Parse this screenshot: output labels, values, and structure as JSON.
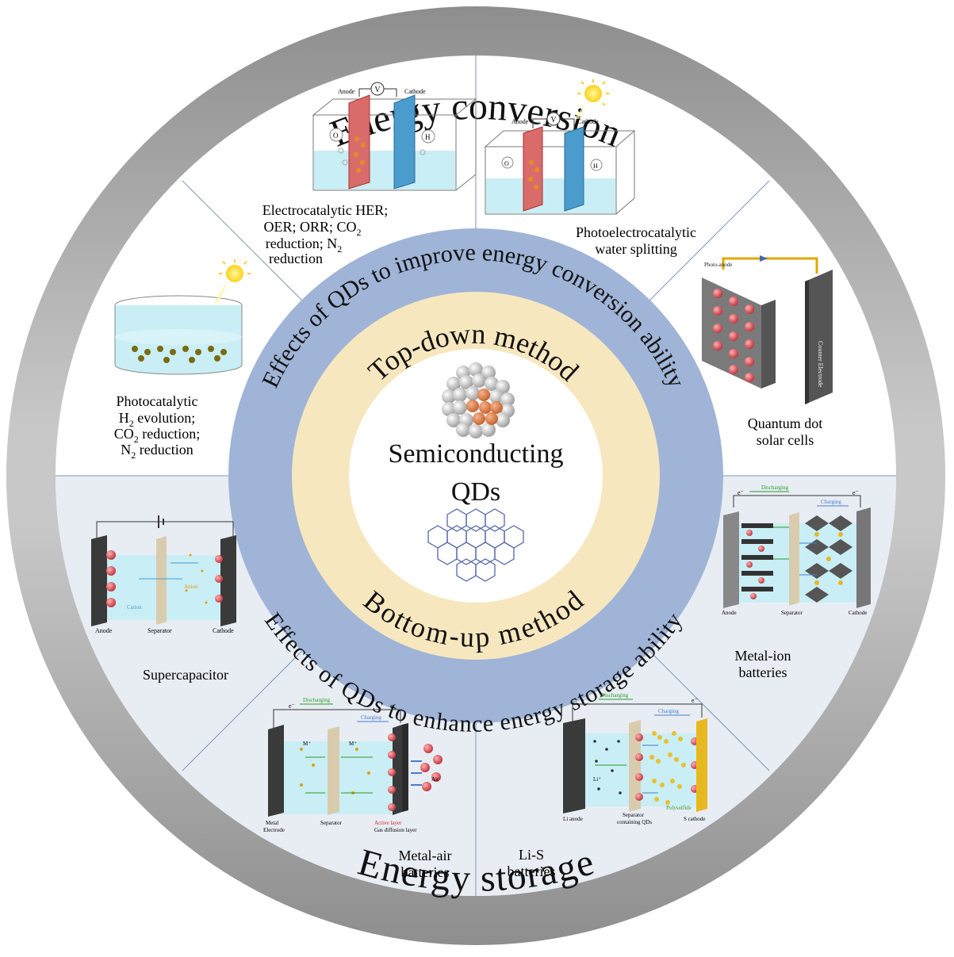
{
  "outer_ring": {
    "top_label": "Energy  conversion",
    "bottom_label": "Energy  storage"
  },
  "middle_ring": {
    "top_arc": "Effects of QDs to improve energy conversion ability",
    "bottom_arc": "Effects of QDs to enhance energy storage ability"
  },
  "inner_ring": {
    "top_arc": "Top-down  method",
    "bottom_arc": "Bottom-up  method"
  },
  "center": {
    "line1": "Semiconducting",
    "line2": "QDs"
  },
  "panels": {
    "electrocatalytic": {
      "line1": "Electrocatalytic HER;",
      "line2": "OER; ORR; CO",
      "line2_sub": "2",
      "line3": "reduction; N",
      "line3_sub": "2",
      "line4": "reduction",
      "anode": "Anode",
      "cathode": "Cathode",
      "volt": "V",
      "o2": "O",
      "h2": "H"
    },
    "photoelectrocatalytic": {
      "line1": "Photoelectrocatalytic",
      "line2": "water splitting",
      "anode": "Anode",
      "cathode": "Cathode",
      "volt": "V",
      "o2": "O",
      "h2": "H"
    },
    "photocatalytic": {
      "line1": "Photocatalytic",
      "line2a": "H",
      "line2_sub": "2",
      "line2b": " evolution;",
      "line3a": "CO",
      "line3_sub": "2",
      "line3b": " reduction;",
      "line4a": "N",
      "line4_sub": "2",
      "line4b": " reduction"
    },
    "qdsc": {
      "line1": "Quantum dot",
      "line2": "solar cells",
      "photoanode": "Photo-anode",
      "counter": "Counter Electrode"
    },
    "supercapacitor": {
      "title": "Supercapacitor",
      "anode": "Anode",
      "separator": "Separator",
      "cathode": "Cathode",
      "cation": "Cation",
      "anion": "Anion"
    },
    "metal_ion": {
      "line1": "Metal-ion",
      "line2": "batteries",
      "discharging": "Discharging",
      "charging": "Charging",
      "electron": "e⁻",
      "anode": "Anode",
      "separator": "Separator",
      "cathode": "Cathode"
    },
    "metal_air": {
      "line1": "Metal-air",
      "line2": "batteries",
      "discharging": "Discharging",
      "charging": "Charging",
      "electron": "e⁻",
      "ion": "M⁺",
      "air": "Air",
      "metal_electrode_1": "Metal",
      "metal_electrode_2": "Electrode",
      "separator": "Separator",
      "active_layer": "Active layer",
      "gas_layer": "Gas diffusion layer"
    },
    "lis": {
      "line1": "Li-S",
      "line2": "batteries",
      "discharging": "Discharging",
      "charging": "Charging",
      "electron": "e⁻",
      "ion": "Li⁺",
      "polysulfide": "Polysulfide",
      "li_anode": "Li anode",
      "sep1": "Separator",
      "sep2": "containing QDs",
      "s_cathode": "S cathode"
    }
  },
  "colors": {
    "outer_ring": "#9a9a9a",
    "middle_ring": "#9fb4d6",
    "inner_ring": "#f7e7bf",
    "lower_band": "#e6ecf3",
    "electrolyte": "#c9eef5",
    "anode_red": "#d96b6b",
    "cathode_blue": "#4a9ccc"
  }
}
